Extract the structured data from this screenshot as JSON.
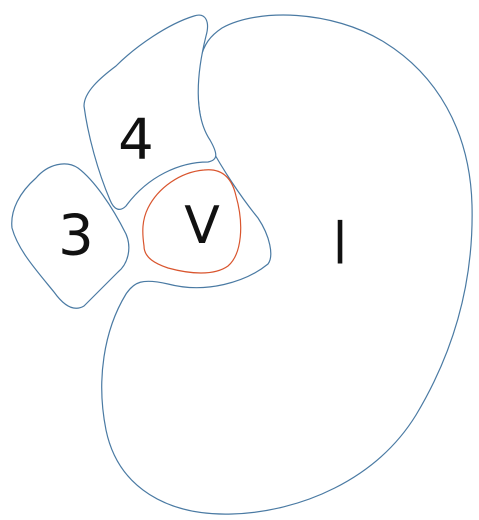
{
  "colors": {
    "background": "#ffffff",
    "outline": "#4a7aa3",
    "highlight_outline": "#d9552e",
    "label": "#111111"
  },
  "regions": [
    {
      "id": "region-1",
      "label": "I"
    },
    {
      "id": "region-3",
      "label": "3"
    },
    {
      "id": "region-4",
      "label": "4"
    },
    {
      "id": "region-v",
      "label": "V"
    }
  ]
}
